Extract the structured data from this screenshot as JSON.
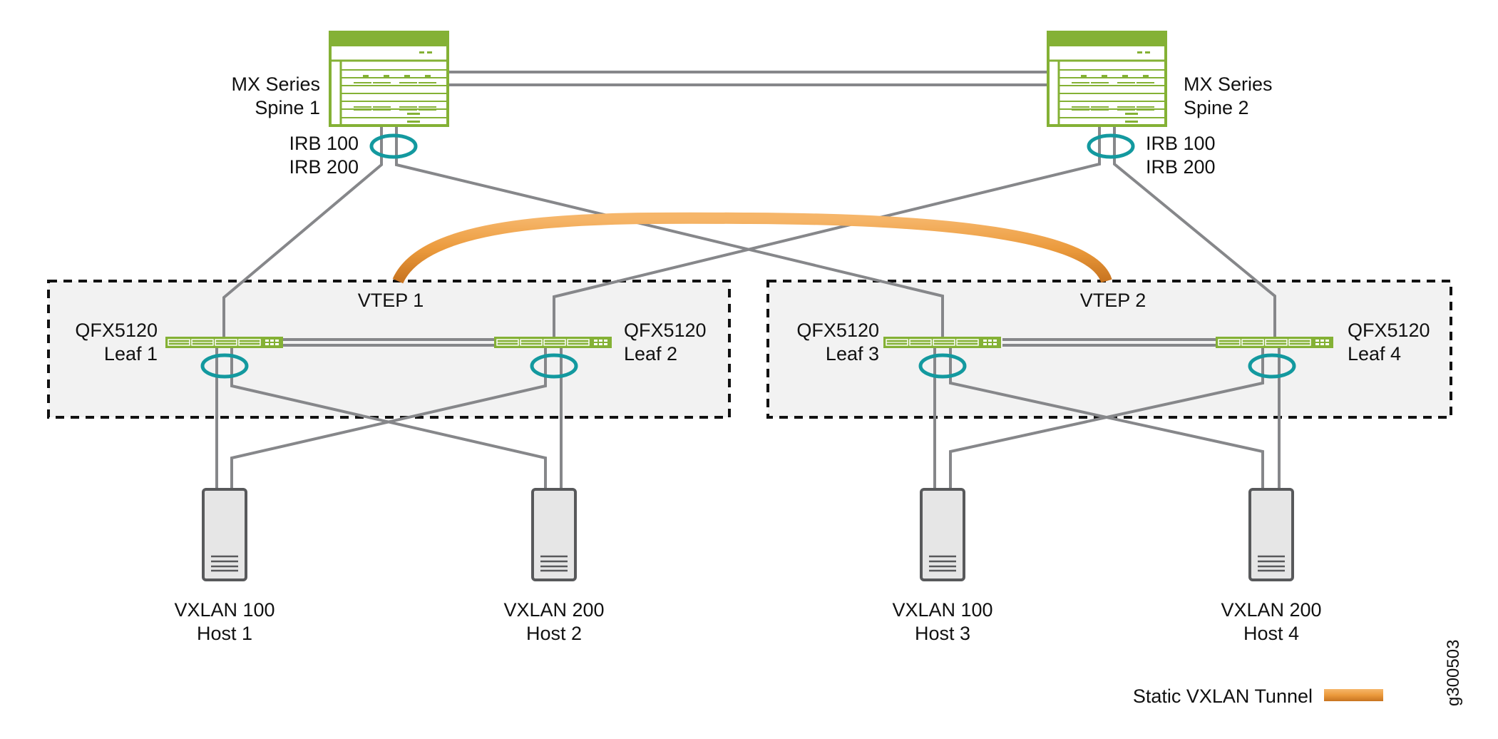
{
  "colors": {
    "device_green": "#84b135",
    "link_gray": "#86878a",
    "lag_teal": "#13999f",
    "tunnel_orange": "#e8922f",
    "vtep_fill": "#f2f2f2",
    "host_fill": "#e6e6e6",
    "host_stroke": "#58595b"
  },
  "spines": [
    {
      "id": "spine-1",
      "label_line1": "MX Series",
      "label_line2": "Spine 1",
      "irb_line1": "IRB 100",
      "irb_line2": "IRB 200"
    },
    {
      "id": "spine-2",
      "label_line1": "MX Series",
      "label_line2": "Spine 2",
      "irb_line1": "IRB 100",
      "irb_line2": "IRB 200"
    }
  ],
  "vteps": [
    {
      "id": "vtep-1",
      "label": "VTEP 1"
    },
    {
      "id": "vtep-2",
      "label": "VTEP 2"
    }
  ],
  "leaves": [
    {
      "id": "leaf-1",
      "label_line1": "QFX5120",
      "label_line2": "Leaf 1"
    },
    {
      "id": "leaf-2",
      "label_line1": "QFX5120",
      "label_line2": "Leaf 2"
    },
    {
      "id": "leaf-3",
      "label_line1": "QFX5120",
      "label_line2": "Leaf 3"
    },
    {
      "id": "leaf-4",
      "label_line1": "QFX5120",
      "label_line2": "Leaf 4"
    }
  ],
  "hosts": [
    {
      "id": "host-1",
      "label_line1": "VXLAN 100",
      "label_line2": "Host 1"
    },
    {
      "id": "host-2",
      "label_line1": "VXLAN 200",
      "label_line2": "Host 2"
    },
    {
      "id": "host-3",
      "label_line1": "VXLAN 100",
      "label_line2": "Host 3"
    },
    {
      "id": "host-4",
      "label_line1": "VXLAN 200",
      "label_line2": "Host 4"
    }
  ],
  "legend": {
    "tunnel_label": "Static VXLAN Tunnel"
  },
  "figure_id": "g300503"
}
